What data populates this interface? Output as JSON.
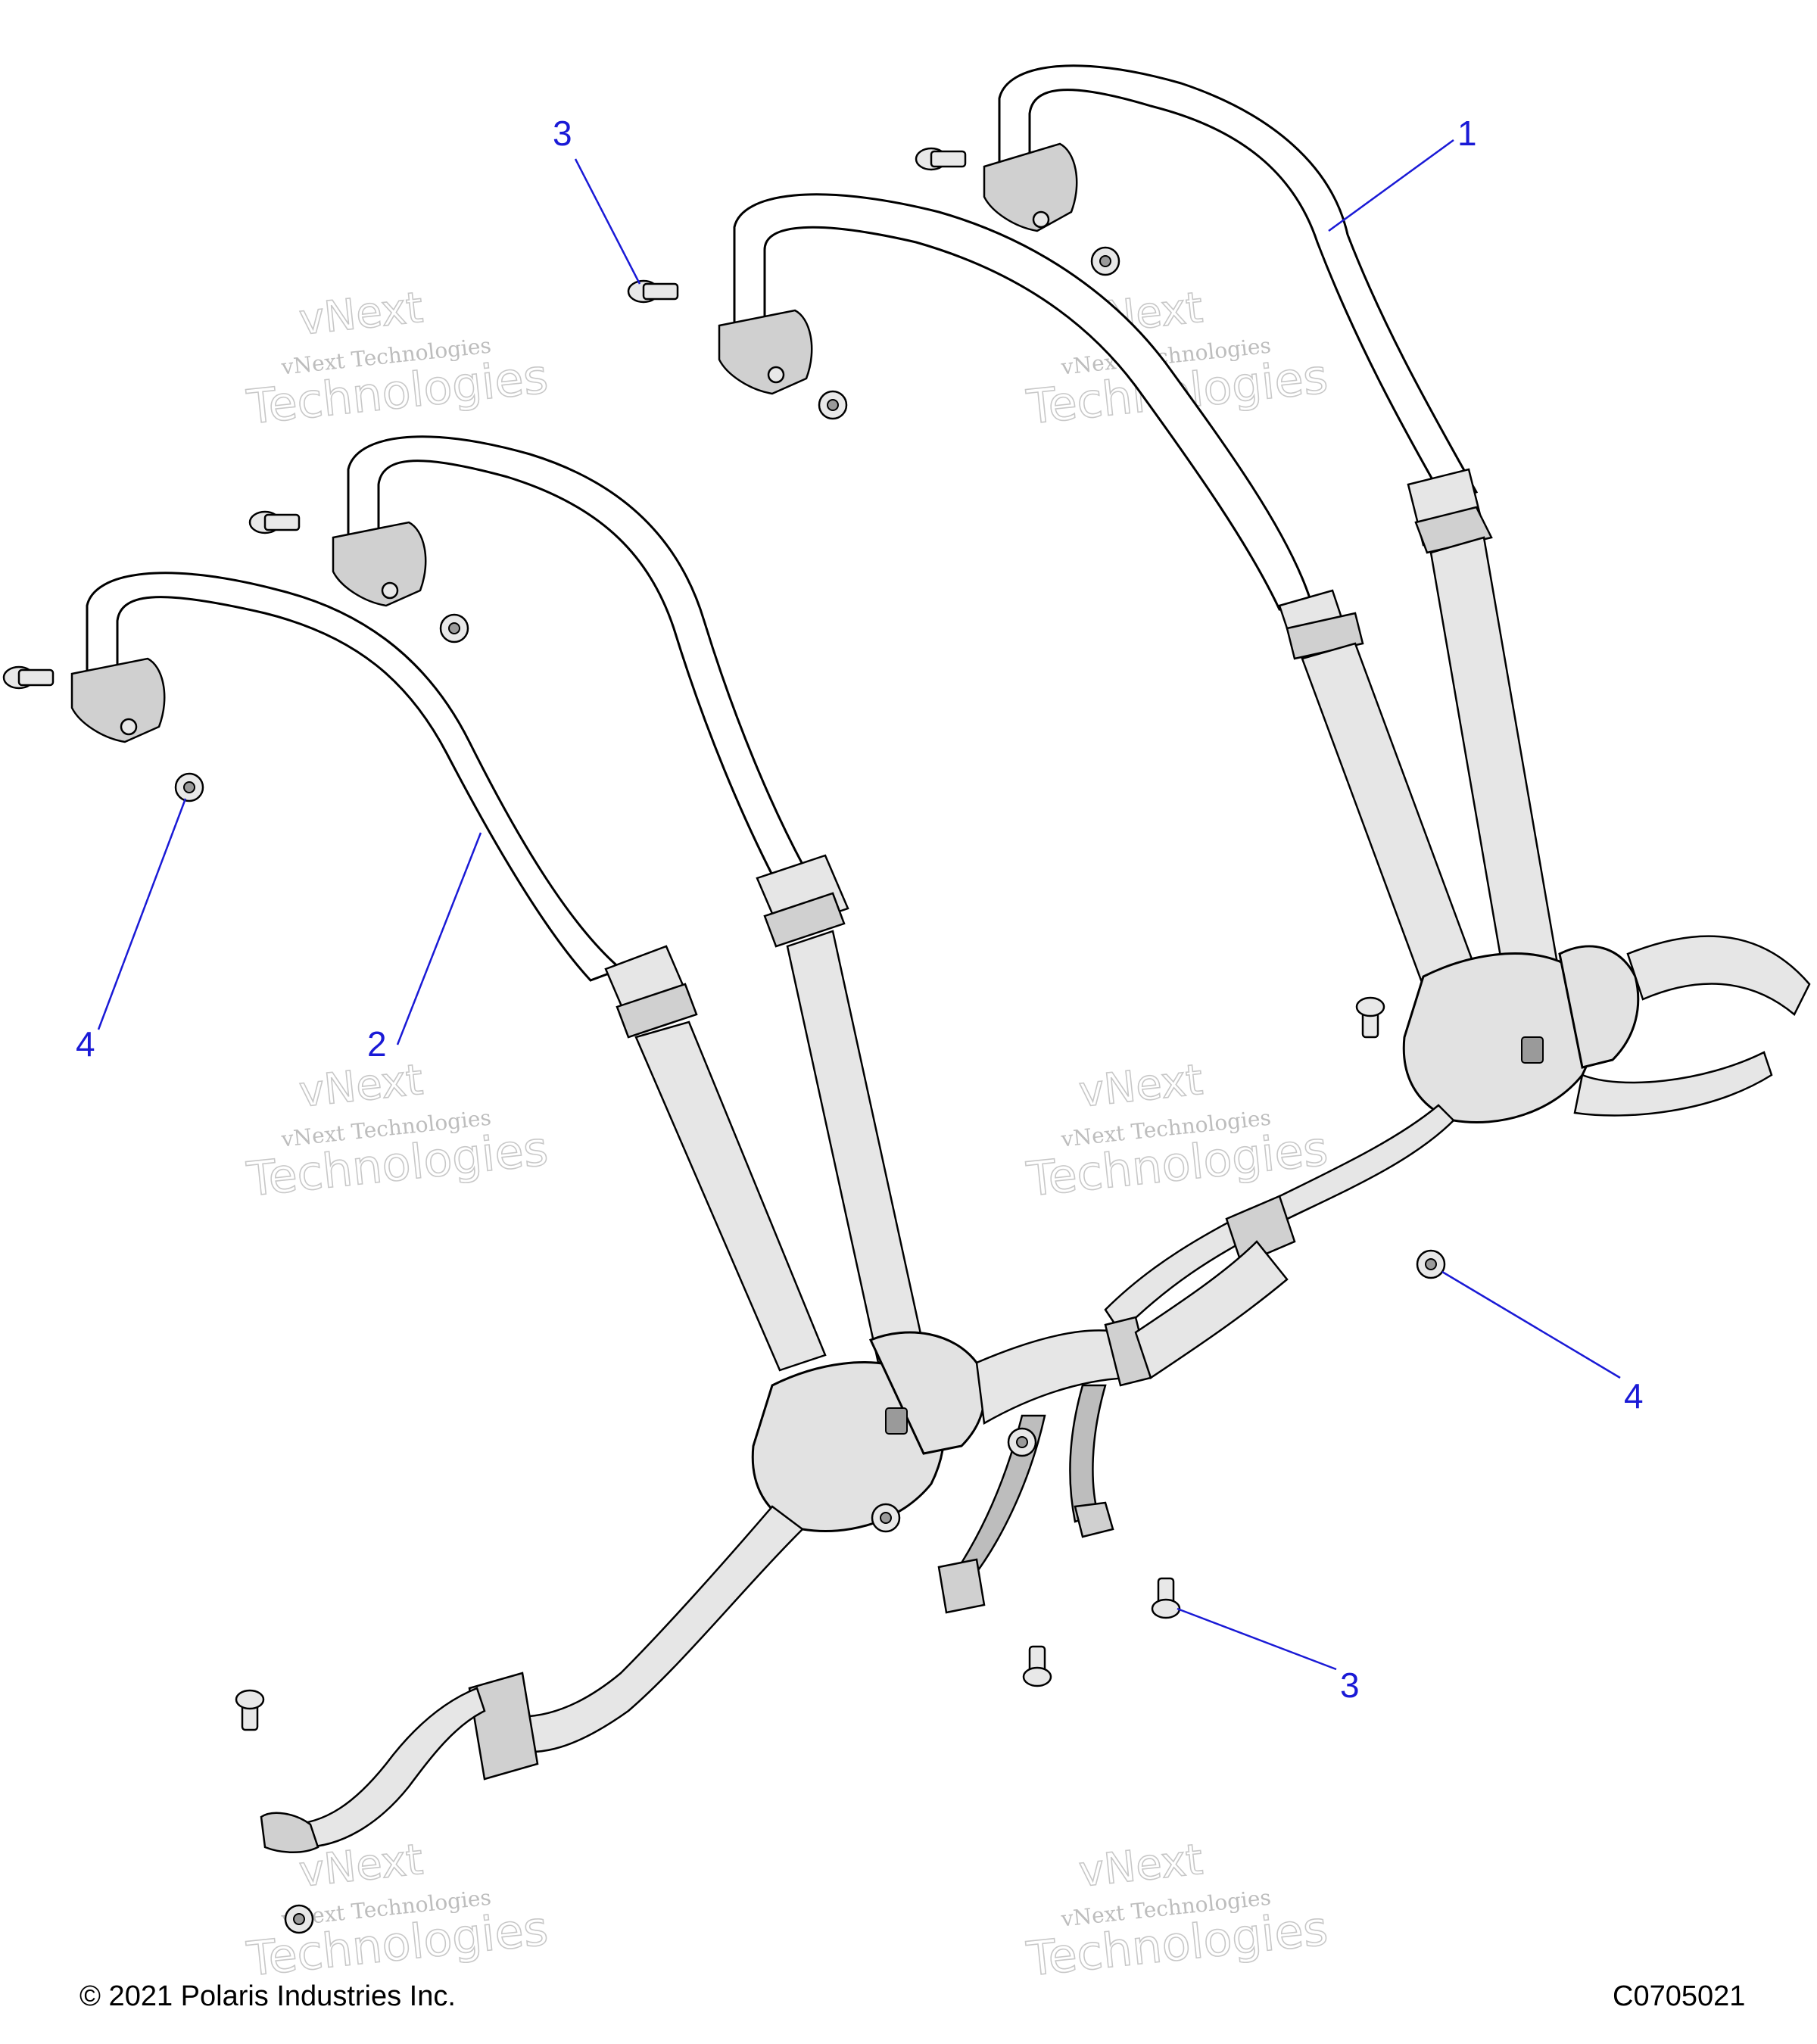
{
  "callouts": [
    {
      "label": "1",
      "part": "rear-right-harness"
    },
    {
      "label": "2",
      "part": "front-left-harness"
    },
    {
      "label": "3",
      "part": "bolt"
    },
    {
      "label": "3",
      "part": "bolt"
    },
    {
      "label": "4",
      "part": "flange-nut"
    },
    {
      "label": "4",
      "part": "flange-nut"
    }
  ],
  "watermark": {
    "line1": "vNext Technologies",
    "line2": "vNext",
    "line3": "Technologies"
  },
  "footer": {
    "copyright": "© 2021 Polaris Industries Inc.",
    "diagram_code": "C0705021"
  },
  "colors": {
    "callout": "#1a1ad6",
    "line": "#000000",
    "webbing": "#e6e6e6"
  }
}
